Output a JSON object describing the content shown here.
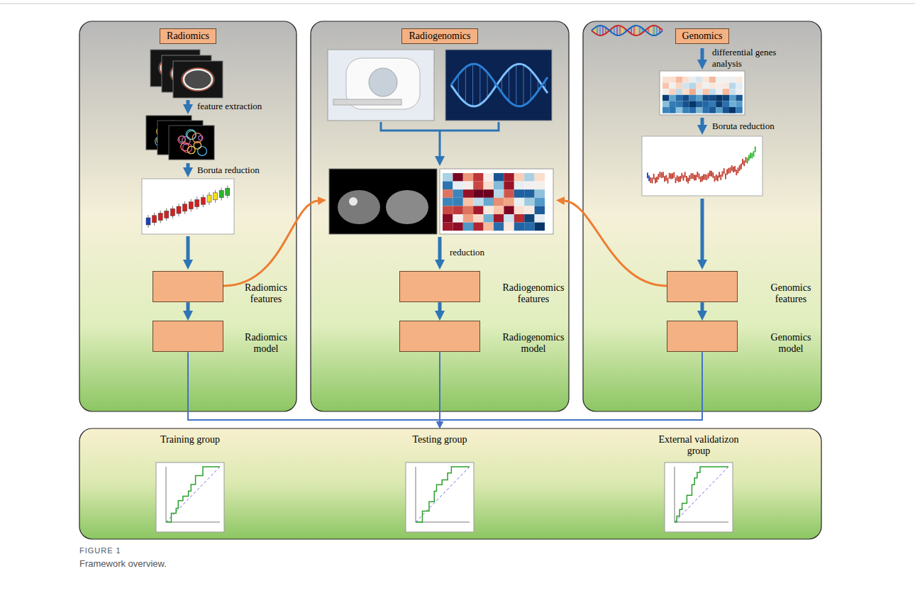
{
  "diagram": {
    "caption": "Framework overview.",
    "nodes": [
      {
        "text": [
          "Radiomics"
        ]
      },
      {
        "text": [
          "Radiomics features"
        ],
        "in": 0
      },
      {
        "text": [
          "Radiomics model"
        ],
        "in": 0
      },
      {
        "text": [
          "Radiogenomics"
        ]
      },
      {
        "text": [
          "Radiogenomics features"
        ],
        "in": 3
      },
      {
        "text": [
          "Radiogenomics model"
        ],
        "in": 3
      },
      {
        "text": [
          "Genomics"
        ]
      },
      {
        "text": [
          "Genomics features"
        ],
        "in": 6
      },
      {
        "text": [
          "Genomics model"
        ],
        "in": 6
      },
      {
        "text": [
          "Training group",
          "Testing group",
          "External validatizon group"
        ]
      }
    ],
    "edges": [
      {
        "from": 1,
        "to": 2,
        "arrow": "to"
      },
      {
        "from": 4,
        "to": 5,
        "arrow": "to"
      },
      {
        "from": 7,
        "to": 8,
        "arrow": "to"
      },
      {
        "from": 2,
        "to": 9,
        "arrow": "to"
      },
      {
        "from": 5,
        "to": 9,
        "arrow": "to"
      },
      {
        "from": 8,
        "to": 9,
        "arrow": "to"
      }
    ],
    "labels": [
      "feature extraction",
      "Boruta reduction",
      "reduction",
      "differential genes analysis",
      "Boruta reduction",
      "FIGURE 1"
    ]
  }
}
